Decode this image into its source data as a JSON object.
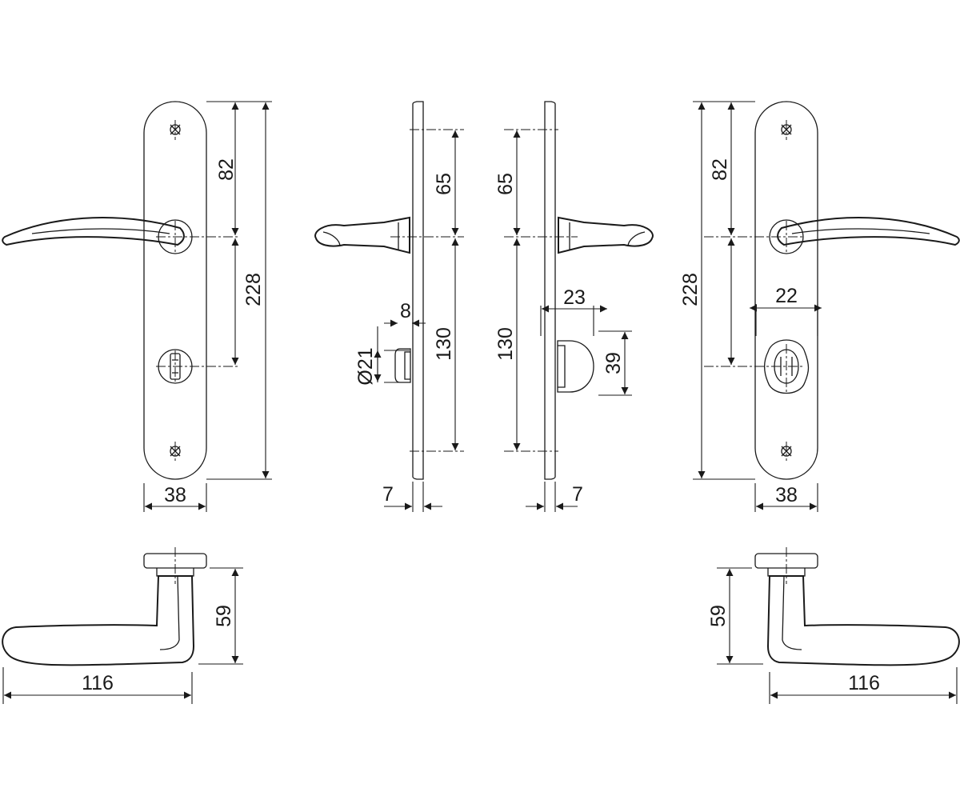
{
  "dimensions": {
    "left_front": {
      "height_top": "82",
      "height_total": "228",
      "width": "38"
    },
    "left_side": {
      "spindle_offset": "65",
      "lock_offset": "130",
      "thickness": "7",
      "knob_depth": "8",
      "knob_diameter": "Ø21"
    },
    "right_side": {
      "spindle_offset": "65",
      "lock_offset": "130",
      "thickness": "7",
      "turn_depth": "23",
      "turn_height": "39"
    },
    "right_front": {
      "height_top": "82",
      "height_total": "228",
      "width": "38",
      "turn_width": "22"
    },
    "left_top": {
      "projection": "59",
      "length": "116"
    },
    "right_top": {
      "projection": "59",
      "length": "116"
    }
  }
}
